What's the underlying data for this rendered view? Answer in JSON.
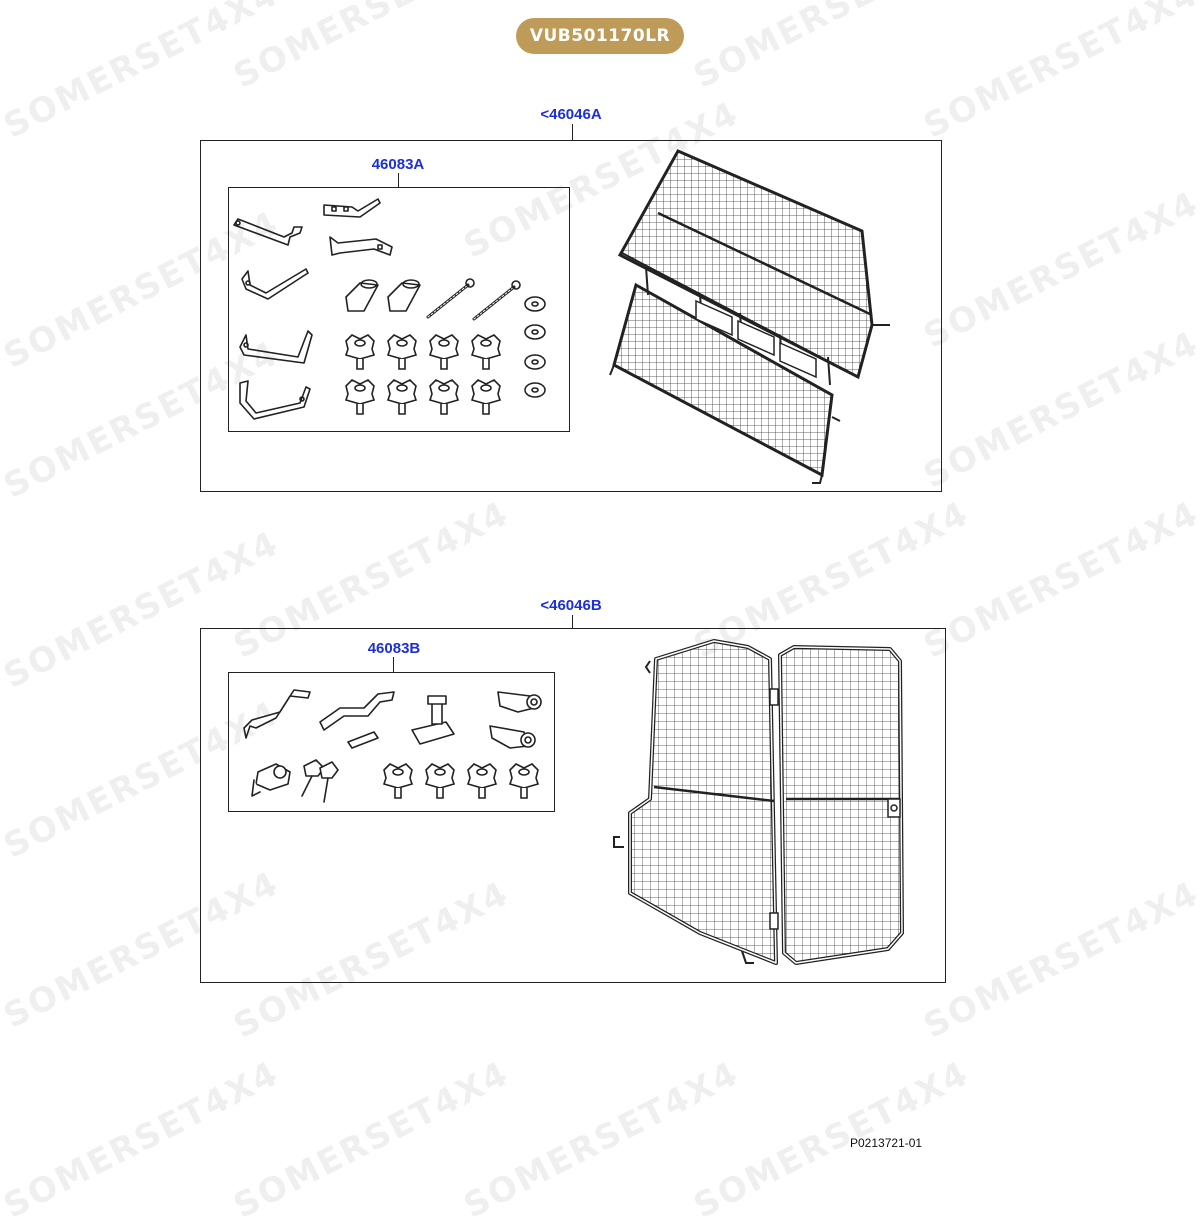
{
  "header": {
    "part_number": "VUB501170LR"
  },
  "kits": [
    {
      "callout": "<46046A",
      "sub_callout": "46083A"
    },
    {
      "callout": "<46046B",
      "sub_callout": "46083B"
    }
  ],
  "footer": {
    "reference": "P0213721-01"
  },
  "watermark": {
    "text": "SOMERSET4X4"
  },
  "colors": {
    "badge": "#bf9b5a",
    "callout": "#1d2fd8",
    "line": "#222222"
  },
  "icons": [
    "cargo-barrier-guard-icon",
    "partition-door-guard-icon",
    "bracket-icon",
    "knob-bolt-icon",
    "washer-icon",
    "spacer-icon",
    "threaded-rod-icon",
    "lock-barrel-icon",
    "key-icon",
    "stud-plate-icon",
    "eye-lug-icon"
  ]
}
